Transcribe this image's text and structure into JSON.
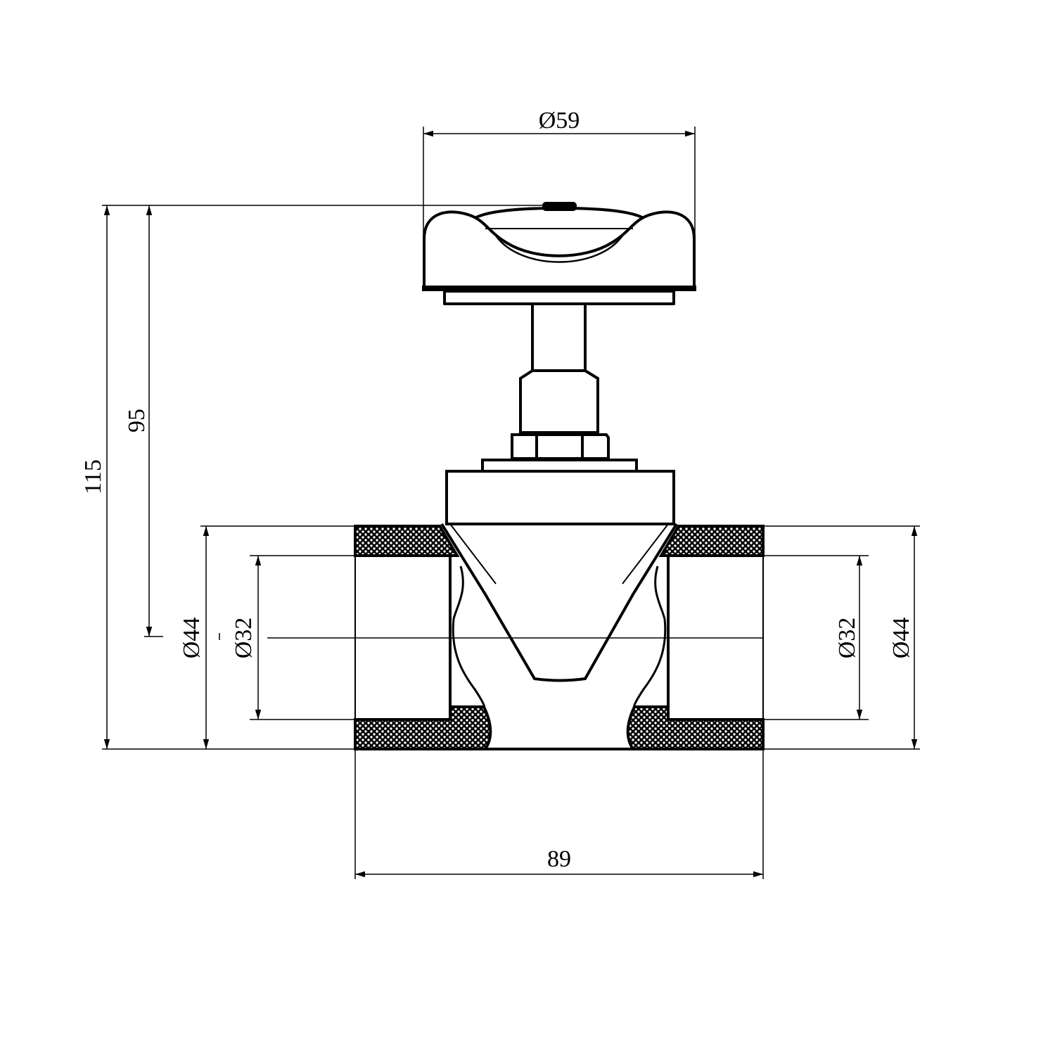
{
  "drawing": {
    "title": "Valve dimension drawing",
    "dimensions": {
      "handle_diameter": "Ø59",
      "overall_height": "115",
      "axis_height": "95",
      "left_outer_diameter": "Ø44",
      "left_inner_diameter": "Ø32",
      "right_inner_diameter": "Ø32",
      "right_outer_diameter": "Ø44",
      "overall_length": "89"
    },
    "colors": {
      "line": "#000000",
      "background": "#ffffff"
    }
  }
}
